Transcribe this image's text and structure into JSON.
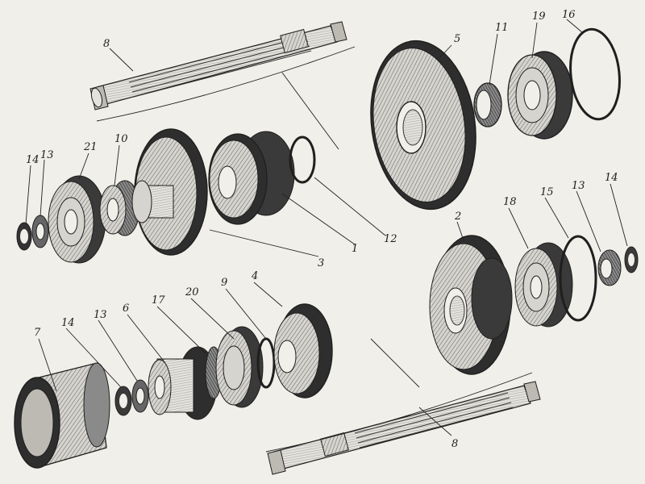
{
  "colors": {
    "paper": "#f1efe9",
    "ink": "#1f1f1f",
    "shade_dark": "#3a3a3a",
    "shade_mid": "#8a8a8a",
    "shade_light": "#d6d4ce"
  },
  "callouts": {
    "c8_top": "8",
    "c5": "5",
    "c11": "11",
    "c19": "19",
    "c16": "16",
    "c14_left": "14",
    "c13_left": "13",
    "c21": "21",
    "c10": "10",
    "c3": "3",
    "c1": "1",
    "c12": "12",
    "c2": "2",
    "c18": "18",
    "c15": "15",
    "c13_right": "13",
    "c14_right": "14",
    "c7": "7",
    "c14_bottom": "14",
    "c13_bottom": "13",
    "c6": "6",
    "c17": "17",
    "c20": "20",
    "c9": "9",
    "c4": "4",
    "c8_bottom": "8"
  }
}
